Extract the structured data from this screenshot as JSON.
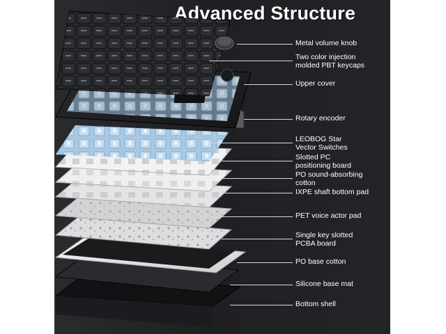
{
  "title": "Advanced Structure",
  "components": [
    {
      "label": "Metal volume knob"
    },
    {
      "label": "Two color injection molded PBT keycaps"
    },
    {
      "label": "Upper cover"
    },
    {
      "label": "Rotary encoder"
    },
    {
      "label": "LEOBOG Star Vector Switches"
    },
    {
      "label": "Slotted PC positioning board"
    },
    {
      "label": "PO sound-absorbing cotton"
    },
    {
      "label": "IXPE shaft bottom pad"
    },
    {
      "label": "PET voice actor pad"
    },
    {
      "label": "Single key slotted PCBA board"
    },
    {
      "label": "PO base cotton"
    },
    {
      "label": "Silicone base mat"
    },
    {
      "label": "Bottom shell"
    }
  ],
  "colors": {
    "background": "#222326",
    "keycap": "#2b2c30",
    "switch": "#b9d6ee",
    "plate_light": "#e6e7e8",
    "shell": "#151618",
    "text": "#ffffff"
  }
}
